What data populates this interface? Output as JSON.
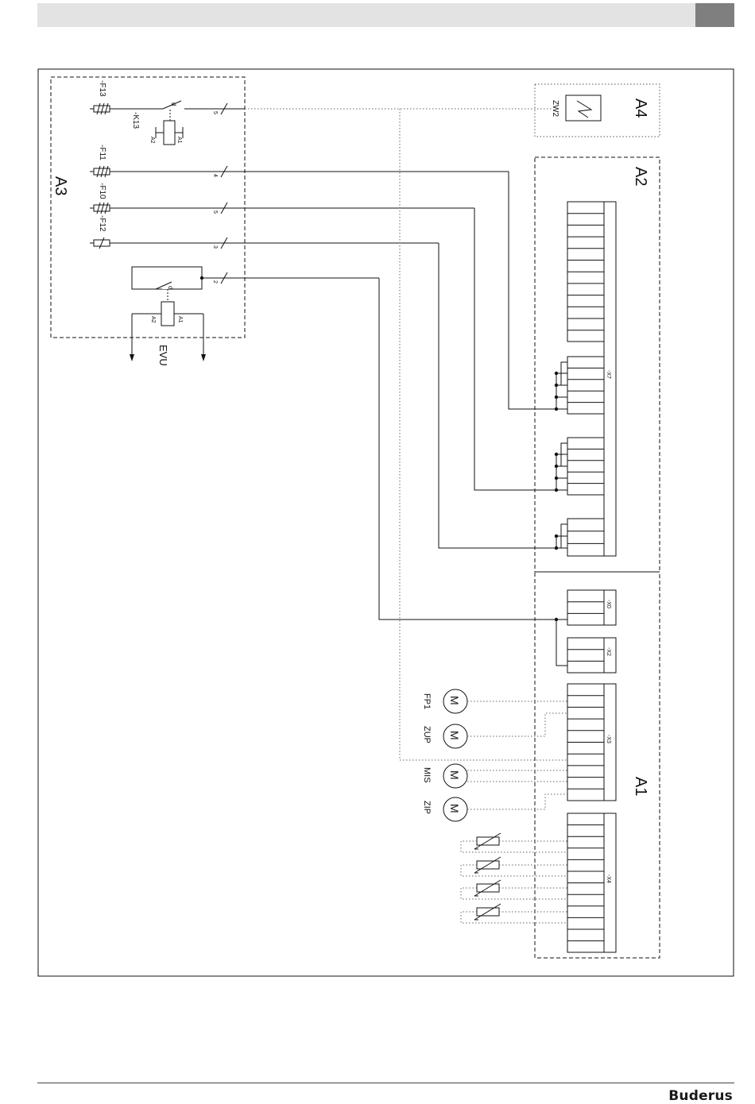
{
  "brand": "Buderus",
  "colors": {
    "header_bar": "#e3e3e3",
    "header_tab": "#7f7f7f",
    "line": "#111111"
  },
  "diagram": {
    "modules": {
      "a1": "A1",
      "a2": "A2",
      "a3": "A3",
      "a4": "A4"
    },
    "fuses": {
      "f13": "-F13",
      "f11": "-F11",
      "f10": "-F10",
      "f12": "-F12"
    },
    "relay_k13": {
      "name": "-K13",
      "coil_a1": "A1",
      "coil_a2": "A2",
      "contact": "d"
    },
    "relay_evu": {
      "coil_a1": "A1",
      "coil_a2": "A2",
      "contact": "d"
    },
    "evu": "EVU",
    "zw2": "ZW2",
    "wire_counts": {
      "w1": "5",
      "w2": "4",
      "w3": "5",
      "w4": "3",
      "w5": "2"
    },
    "terminals": {
      "x7": "-X7",
      "x0": "-X0",
      "x2": "-X2",
      "x3": "-X3",
      "x4": "-X4"
    },
    "motors": [
      "FP1",
      "ZUP",
      "MIS",
      "ZIP"
    ],
    "motor_symbol": "M"
  }
}
